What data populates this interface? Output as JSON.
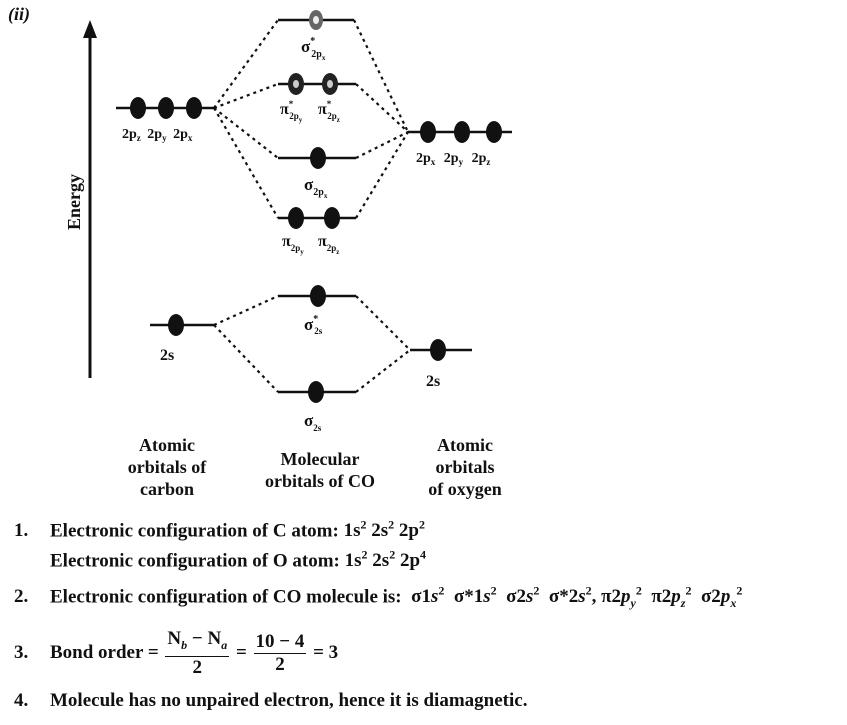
{
  "panel_label": "(ii)",
  "energy_axis_label": "Energy",
  "carbon_orbitals": {
    "2p_labels": [
      "2p",
      "2p",
      "2p"
    ],
    "2p_subs": [
      "z",
      "y",
      "x"
    ],
    "2s_label": "2s"
  },
  "oxygen_orbitals": {
    "2p_labels": [
      "2p",
      "2p",
      "2p"
    ],
    "2p_subs": [
      "x",
      "y",
      "z"
    ],
    "2s_label": "2s"
  },
  "molecular_orbitals": {
    "sigma_star_2px": {
      "symbol": "σ",
      "sup": "*",
      "sub": "2p",
      "subsub": "x"
    },
    "pi_star_2py": {
      "symbol": "π",
      "sup": "*",
      "sub": "2p",
      "subsub": "y"
    },
    "pi_star_2pz": {
      "symbol": "π",
      "sup": "*",
      "sub": "2p",
      "subsub": "z"
    },
    "sigma_2px": {
      "symbol": "σ",
      "sub": "2p",
      "subsub": "x"
    },
    "pi_2py": {
      "symbol": "π",
      "sub": "2p",
      "subsub": "y"
    },
    "pi_2pz": {
      "symbol": "π",
      "sub": "2p",
      "subsub": "z"
    },
    "sigma_star_2s": {
      "symbol": "σ",
      "sup": "*",
      "sub": "2s"
    },
    "sigma_2s": {
      "symbol": "σ",
      "sub": "2s"
    }
  },
  "captions": {
    "carbon": [
      "Atomic",
      "orbitals of",
      "carbon"
    ],
    "molecule": [
      "Molecular",
      "orbitals of CO"
    ],
    "oxygen": [
      "Atomic",
      "orbitals",
      "of oxygen"
    ]
  },
  "notes": {
    "n1": "1.",
    "c_config_label": "Electronic configuration of C atom:",
    "c_config": {
      "a": "1s",
      "a_sup": "2",
      "b": "2s",
      "b_sup": "2",
      "c": "2p",
      "c_sup": "2"
    },
    "o_config_label": "Electronic configuration of O atom:",
    "o_config": {
      "a": "1s",
      "a_sup": "2",
      "b": "2s",
      "b_sup": "2",
      "c": "2p",
      "c_sup": "4"
    },
    "n2": "2.",
    "co_config_label": "Electronic configuration of CO molecule is:",
    "n3": "3.",
    "bond_order_label": "Bond order =",
    "bo_num": "N",
    "bo_num_b": "b",
    "bo_minus": " − N",
    "bo_num_a": "a",
    "bo_den": "2",
    "bo_equals": "=",
    "bo_num2": "10 − 4",
    "bo_den2": "2",
    "bo_result": "= 3",
    "n4": "4.",
    "conclusion": "Molecule has no unpaired electron, hence it is diamagnetic."
  }
}
